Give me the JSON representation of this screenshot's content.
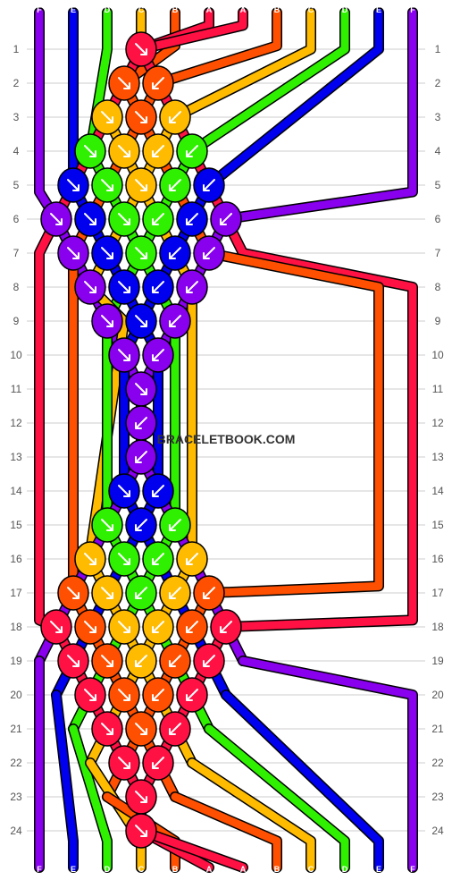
{
  "watermark": "BRACELETBOOK.COM",
  "strands_top": [
    "F",
    "E",
    "D",
    "C",
    "B",
    "A",
    "A",
    "B",
    "C",
    "D",
    "E",
    "F"
  ],
  "strands_bottom": [
    "F",
    "E",
    "D",
    "C",
    "B",
    "A",
    "A",
    "B",
    "C",
    "D",
    "E",
    "F"
  ],
  "row_numbers": [
    "1",
    "2",
    "3",
    "4",
    "5",
    "6",
    "7",
    "8",
    "9",
    "10",
    "11",
    "12",
    "13",
    "14",
    "15",
    "16",
    "17",
    "18",
    "19",
    "20",
    "21",
    "22",
    "23",
    "24"
  ],
  "colors": {
    "A": "#ff1144",
    "B": "#ff4f00",
    "C": "#ffbb00",
    "D": "#2ef000",
    "E": "#0000ee",
    "F": "#8800ee"
  },
  "knots": [
    {
      "row": 1,
      "col": 6,
      "color": "A",
      "dir": "right"
    },
    {
      "row": 2,
      "col": 5,
      "color": "B",
      "dir": "right"
    },
    {
      "row": 2,
      "col": 7,
      "color": "B",
      "dir": "left"
    },
    {
      "row": 3,
      "col": 4,
      "color": "C",
      "dir": "right"
    },
    {
      "row": 3,
      "col": 6,
      "color": "B",
      "dir": "right"
    },
    {
      "row": 3,
      "col": 8,
      "color": "C",
      "dir": "left"
    },
    {
      "row": 4,
      "col": 3,
      "color": "D",
      "dir": "right"
    },
    {
      "row": 4,
      "col": 5,
      "color": "C",
      "dir": "right"
    },
    {
      "row": 4,
      "col": 7,
      "color": "C",
      "dir": "left"
    },
    {
      "row": 4,
      "col": 9,
      "color": "D",
      "dir": "left"
    },
    {
      "row": 5,
      "col": 2,
      "color": "E",
      "dir": "right"
    },
    {
      "row": 5,
      "col": 4,
      "color": "D",
      "dir": "right"
    },
    {
      "row": 5,
      "col": 6,
      "color": "C",
      "dir": "right"
    },
    {
      "row": 5,
      "col": 8,
      "color": "D",
      "dir": "left"
    },
    {
      "row": 5,
      "col": 10,
      "color": "E",
      "dir": "left"
    },
    {
      "row": 6,
      "col": 1,
      "color": "F",
      "dir": "right"
    },
    {
      "row": 6,
      "col": 3,
      "color": "E",
      "dir": "right"
    },
    {
      "row": 6,
      "col": 5,
      "color": "D",
      "dir": "right"
    },
    {
      "row": 6,
      "col": 7,
      "color": "D",
      "dir": "left"
    },
    {
      "row": 6,
      "col": 9,
      "color": "E",
      "dir": "left"
    },
    {
      "row": 6,
      "col": 11,
      "color": "F",
      "dir": "left"
    },
    {
      "row": 7,
      "col": 2,
      "color": "F",
      "dir": "right"
    },
    {
      "row": 7,
      "col": 4,
      "color": "E",
      "dir": "right"
    },
    {
      "row": 7,
      "col": 6,
      "color": "D",
      "dir": "right"
    },
    {
      "row": 7,
      "col": 8,
      "color": "E",
      "dir": "left"
    },
    {
      "row": 7,
      "col": 10,
      "color": "F",
      "dir": "left"
    },
    {
      "row": 8,
      "col": 3,
      "color": "F",
      "dir": "right"
    },
    {
      "row": 8,
      "col": 5,
      "color": "E",
      "dir": "right"
    },
    {
      "row": 8,
      "col": 7,
      "color": "E",
      "dir": "left"
    },
    {
      "row": 8,
      "col": 9,
      "color": "F",
      "dir": "left"
    },
    {
      "row": 9,
      "col": 4,
      "color": "F",
      "dir": "right"
    },
    {
      "row": 9,
      "col": 6,
      "color": "E",
      "dir": "right"
    },
    {
      "row": 9,
      "col": 8,
      "color": "F",
      "dir": "left"
    },
    {
      "row": 10,
      "col": 5,
      "color": "F",
      "dir": "right"
    },
    {
      "row": 10,
      "col": 7,
      "color": "F",
      "dir": "left"
    },
    {
      "row": 11,
      "col": 6,
      "color": "F",
      "dir": "right"
    },
    {
      "row": 13,
      "col": 6,
      "color": "F",
      "dir": "left"
    },
    {
      "row": 14,
      "col": 5,
      "color": "E",
      "dir": "right"
    },
    {
      "row": 14,
      "col": 7,
      "color": "E",
      "dir": "left"
    },
    {
      "row": 15,
      "col": 4,
      "color": "D",
      "dir": "right"
    },
    {
      "row": 15,
      "col": 6,
      "color": "E",
      "dir": "left"
    },
    {
      "row": 15,
      "col": 8,
      "color": "D",
      "dir": "left"
    },
    {
      "row": 16,
      "col": 3,
      "color": "C",
      "dir": "right"
    },
    {
      "row": 16,
      "col": 5,
      "color": "D",
      "dir": "right"
    },
    {
      "row": 16,
      "col": 7,
      "color": "D",
      "dir": "left"
    },
    {
      "row": 16,
      "col": 9,
      "color": "C",
      "dir": "left"
    },
    {
      "row": 17,
      "col": 2,
      "color": "B",
      "dir": "right"
    },
    {
      "row": 17,
      "col": 4,
      "color": "C",
      "dir": "right"
    },
    {
      "row": 17,
      "col": 6,
      "color": "D",
      "dir": "left"
    },
    {
      "row": 17,
      "col": 8,
      "color": "C",
      "dir": "left"
    },
    {
      "row": 17,
      "col": 10,
      "color": "B",
      "dir": "left"
    },
    {
      "row": 18,
      "col": 1,
      "color": "A",
      "dir": "right"
    },
    {
      "row": 18,
      "col": 3,
      "color": "B",
      "dir": "right"
    },
    {
      "row": 18,
      "col": 5,
      "color": "C",
      "dir": "right"
    },
    {
      "row": 18,
      "col": 7,
      "color": "C",
      "dir": "left"
    },
    {
      "row": 18,
      "col": 9,
      "color": "B",
      "dir": "left"
    },
    {
      "row": 18,
      "col": 11,
      "color": "A",
      "dir": "left"
    },
    {
      "row": 19,
      "col": 2,
      "color": "A",
      "dir": "right"
    },
    {
      "row": 19,
      "col": 4,
      "color": "B",
      "dir": "right"
    },
    {
      "row": 19,
      "col": 6,
      "color": "C",
      "dir": "left"
    },
    {
      "row": 19,
      "col": 8,
      "color": "B",
      "dir": "left"
    },
    {
      "row": 19,
      "col": 10,
      "color": "A",
      "dir": "left"
    },
    {
      "row": 20,
      "col": 3,
      "color": "A",
      "dir": "right"
    },
    {
      "row": 20,
      "col": 5,
      "color": "B",
      "dir": "right"
    },
    {
      "row": 20,
      "col": 7,
      "color": "B",
      "dir": "left"
    },
    {
      "row": 20,
      "col": 9,
      "color": "A",
      "dir": "left"
    },
    {
      "row": 21,
      "col": 4,
      "color": "A",
      "dir": "right"
    },
    {
      "row": 21,
      "col": 6,
      "color": "B",
      "dir": "right"
    },
    {
      "row": 21,
      "col": 8,
      "color": "A",
      "dir": "left"
    },
    {
      "row": 22,
      "col": 5,
      "color": "A",
      "dir": "right"
    },
    {
      "row": 22,
      "col": 7,
      "color": "A",
      "dir": "left"
    },
    {
      "row": 23,
      "col": 6,
      "color": "A",
      "dir": "right"
    }
  ]
}
